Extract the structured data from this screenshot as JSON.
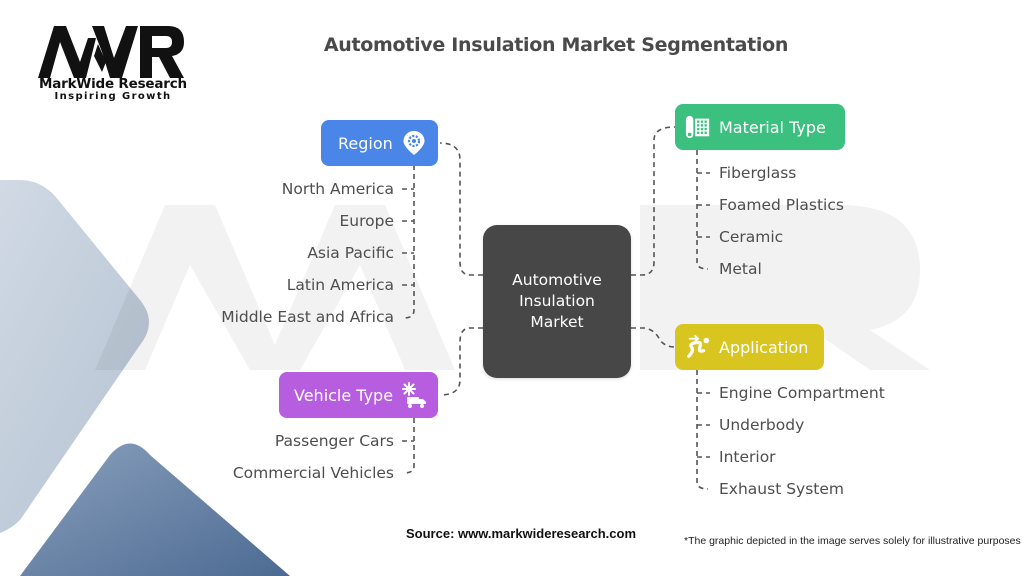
{
  "header": {
    "title": "Automotive Insulation Market Segmentation"
  },
  "brand": {
    "logo_mark": "MWR",
    "name": "MarkWide Research",
    "tagline": "Inspiring Growth"
  },
  "center": {
    "line1": "Automotive",
    "line2": "Insulation",
    "line3": "Market"
  },
  "segments": {
    "region": {
      "label": "Region",
      "icon": "location-gear-icon",
      "color": "#4a86e8",
      "items": [
        "North America",
        "Europe",
        "Asia Pacific",
        "Latin America",
        "Middle East and Africa"
      ]
    },
    "vehicle_type": {
      "label": "Vehicle Type",
      "icon": "snowflake-truck-icon",
      "color": "#b65de0",
      "items": [
        "Passenger Cars",
        "Commercial Vehicles"
      ]
    },
    "material_type": {
      "label": "Material Type",
      "icon": "insulation-roll-icon",
      "color": "#3cc07f",
      "items": [
        "Fiberglass",
        "Foamed Plastics",
        "Ceramic",
        "Metal"
      ]
    },
    "application": {
      "label": "Application",
      "icon": "flow-arrow-icon",
      "color": "#d9c520",
      "items": [
        "Engine Compartment",
        "Underbody",
        "Interior",
        "Exhaust System"
      ]
    }
  },
  "footer": {
    "source": "Source: www.markwideresearch.com",
    "note": "*The graphic depicted in the image serves solely for illustrative purposes"
  }
}
